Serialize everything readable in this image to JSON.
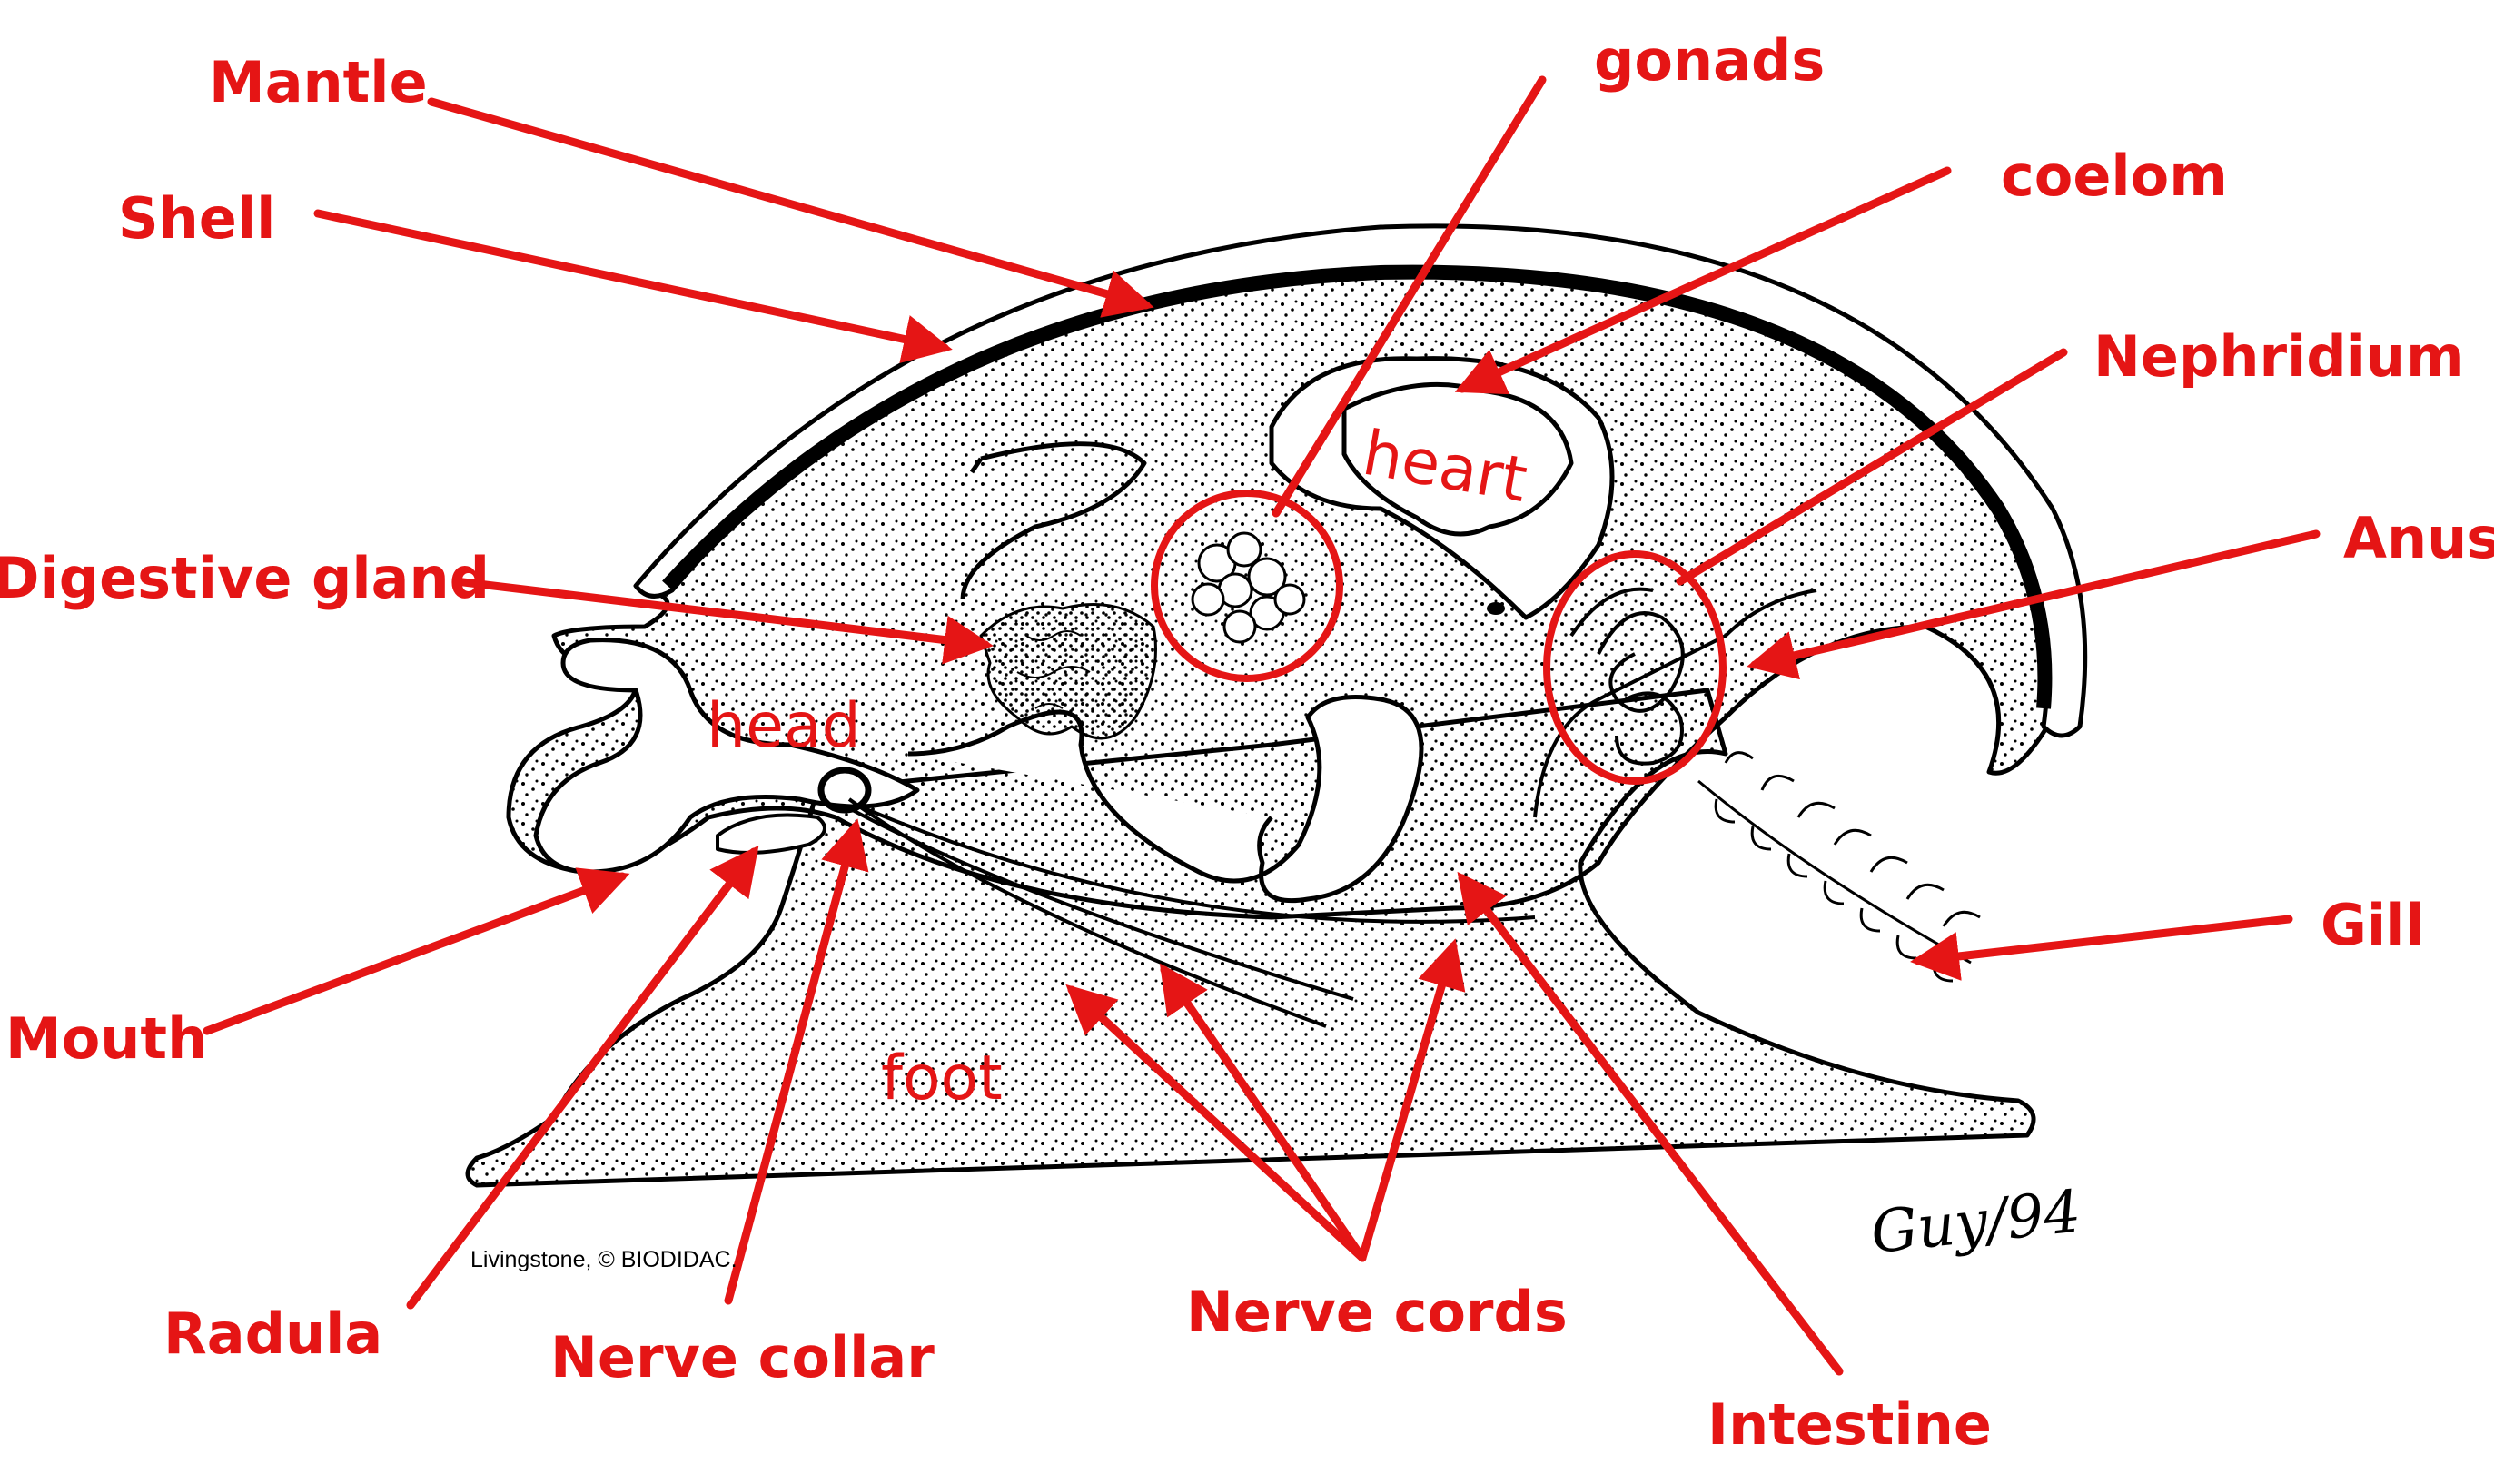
{
  "diagram": {
    "labels": {
      "mantle": "Mantle",
      "shell": "Shell",
      "digestive_gland": "Digestive gland",
      "mouth": "Mouth",
      "radula": "Radula",
      "nerve_collar": "Nerve collar",
      "nerve_cords": "Nerve cords",
      "intestine": "Intestine",
      "gill": "Gill",
      "anus": "Anus",
      "nephridium": "Nephridium",
      "coelom": "coelom",
      "gonads": "gonads"
    },
    "region_labels": {
      "heart": "heart",
      "head": "head",
      "foot": "foot"
    },
    "credit": "Livingstone, © BIODIDAC.",
    "signature": "Guy/94"
  },
  "colors": {
    "annotation": "#e51515",
    "drawing": "#000000",
    "background": "#ffffff"
  }
}
